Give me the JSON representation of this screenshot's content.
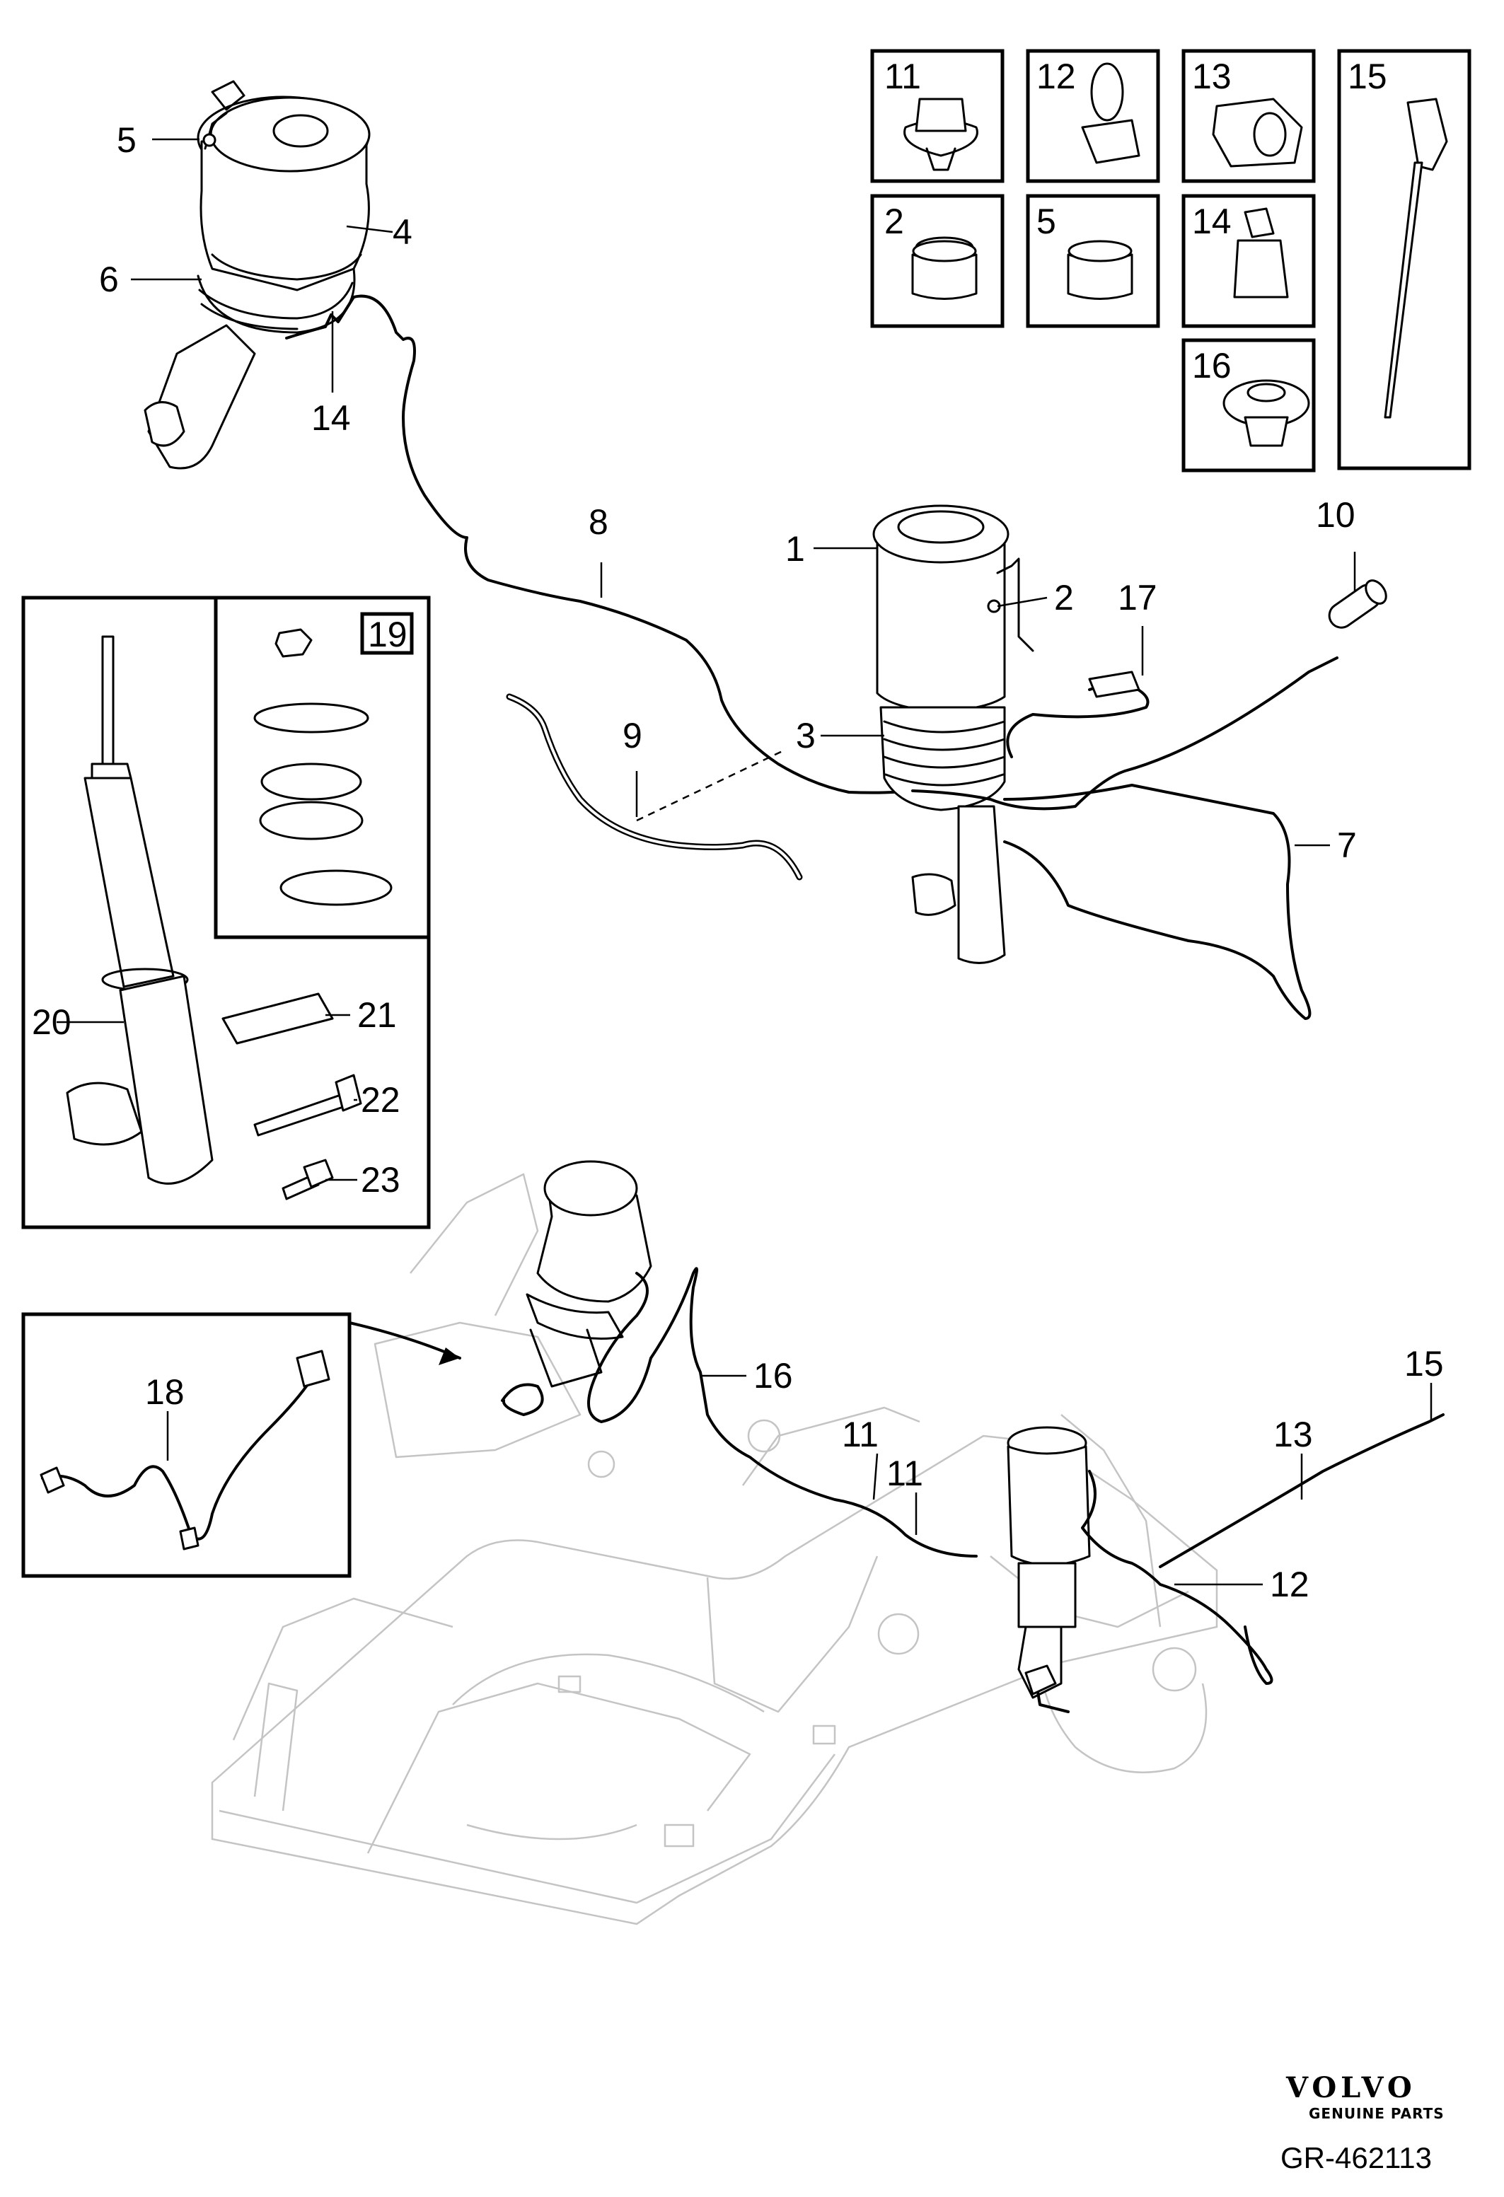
{
  "callouts": {
    "c1": "1",
    "c2": "2",
    "c3": "3",
    "c4": "4",
    "c5": "5",
    "c6": "6",
    "c7": "7",
    "c8": "8",
    "c9": "9",
    "c10": "10",
    "c14": "14",
    "c17": "17",
    "c20": "20",
    "c21": "21",
    "c22": "22",
    "c23": "23",
    "c18": "18",
    "c16": "16",
    "c11a": "11",
    "c11b": "11",
    "c13": "13",
    "c15": "15",
    "c12": "12"
  },
  "detail_boxes": {
    "b11": "11",
    "b12": "12",
    "b13": "13",
    "b15": "15",
    "b2": "2",
    "b5": "5",
    "b14": "14",
    "b16": "16"
  },
  "kit_label": "19",
  "brand": {
    "name": "VOLVO",
    "tagline": "GENUINE PARTS"
  },
  "reference": "GR-462113"
}
